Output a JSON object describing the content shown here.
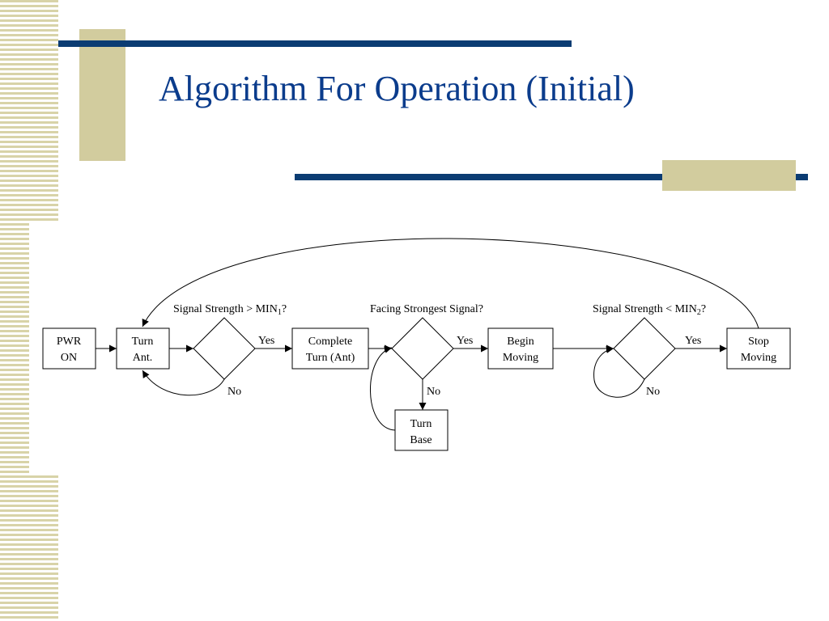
{
  "slide": {
    "title": "Algorithm For Operation (Initial)"
  },
  "colors": {
    "title": "#0b3c8c",
    "rule": "#0b3c73",
    "accent_tan": "#d2cc9e"
  },
  "flowchart": {
    "nodes": {
      "pwr_on": [
        "PWR",
        "ON"
      ],
      "turn_ant": [
        "Turn",
        "Ant."
      ],
      "complete_turn": [
        "Complete",
        "Turn (Ant)"
      ],
      "begin_moving": [
        "Begin",
        "Moving"
      ],
      "stop_moving": [
        "Stop",
        "Moving"
      ],
      "turn_base": [
        "Turn",
        "Base"
      ]
    },
    "decisions": {
      "signal_min1": {
        "question": "Signal Strength > MIN",
        "subscript": "1",
        "suffix": "?"
      },
      "facing_strongest": {
        "question": "Facing Strongest Signal?"
      },
      "signal_min2": {
        "question": "Signal Strength < MIN",
        "subscript": "2",
        "suffix": "?"
      }
    },
    "edge_labels": {
      "yes": "Yes",
      "no": "No"
    }
  }
}
